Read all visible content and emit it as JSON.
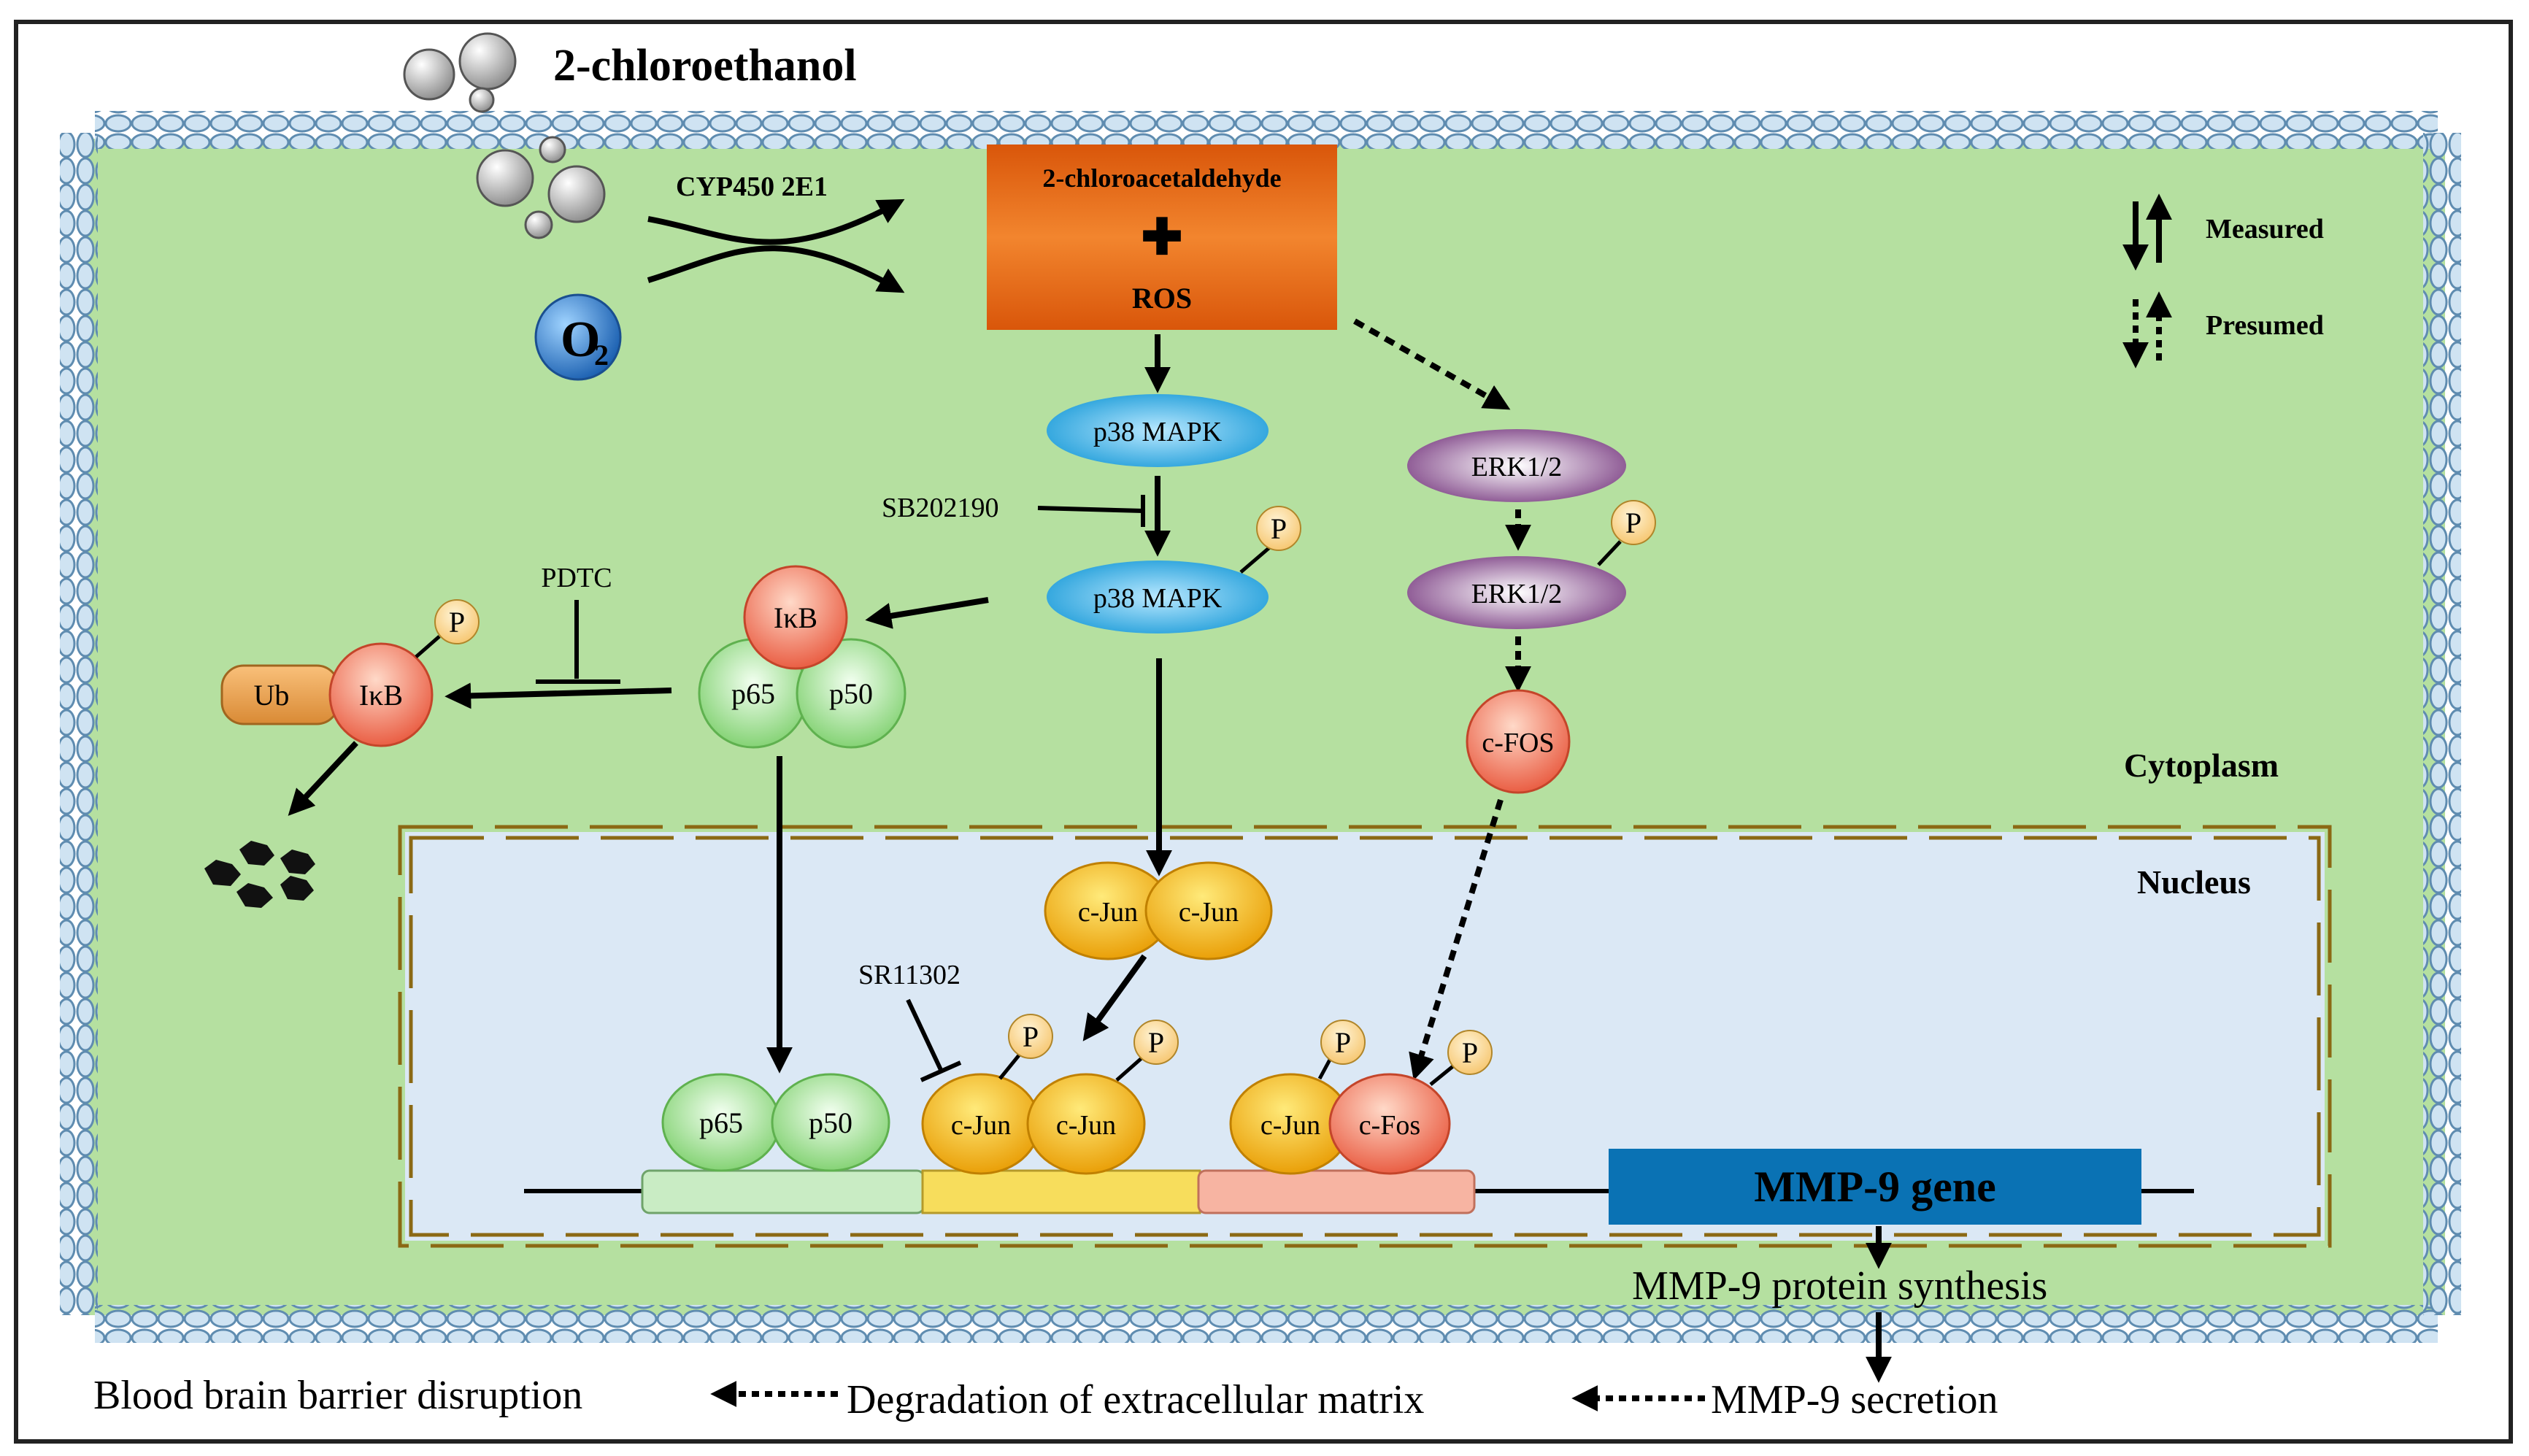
{
  "colors": {
    "cell": "#b5e0a0",
    "nucleus": "#dbe8f5",
    "nucleus_border": "#8b6914",
    "membrane": "#7fa8c8",
    "ros_box": "#e86a10",
    "mmp_gene": "#0a72b4",
    "p38": "#2aa8e0",
    "erk": "#8d4f93",
    "nfkb": "#9fd98f",
    "ikb": "#ef7050",
    "jun": "#f5b800",
    "fos": "#f26a55",
    "phospho": "#fbd27a"
  },
  "title": "2-chloroethanol",
  "metabolism": {
    "enzyme": "CYP450 2E1",
    "oxygen": "O",
    "oxygen_sub": "2",
    "product_1": "2-chloroacetaldehyde",
    "plus": "✚",
    "product_2": "ROS"
  },
  "legend": {
    "measured": "Measured",
    "presumed": "Presumed"
  },
  "compartments": {
    "cytoplasm": "Cytoplasm",
    "nucleus": "Nucleus"
  },
  "proteins": {
    "p38": "p38 MAPK",
    "p38_p": "p38 MAPK",
    "erk": "ERK1/2",
    "erk_p": "ERK1/2",
    "cfos_cyto": "c-FOS",
    "ikb": "IκB",
    "p65": "p65",
    "p50": "p50",
    "ub": "Ub",
    "ikb_ub": "IκB",
    "p65_nuc": "p65",
    "p50_nuc": "p50",
    "cjun_1": "c-Jun",
    "cjun_2": "c-Jun",
    "cjun_3": "c-Jun",
    "cjun_4": "c-Jun",
    "cjun_5": "c-Jun",
    "cfos_nuc": "c-Fos",
    "phospho": "P"
  },
  "inhibitors": {
    "sb": "SB202190",
    "pdtc": "PDTC",
    "sr": "SR11302"
  },
  "gene": "MMP-9 gene",
  "outcomes": {
    "synthesis": "MMP-9 protein synthesis",
    "secretion": "MMP-9 secretion",
    "degradation": "Degradation of extracellular matrix",
    "bbb": "Blood brain barrier disruption"
  }
}
